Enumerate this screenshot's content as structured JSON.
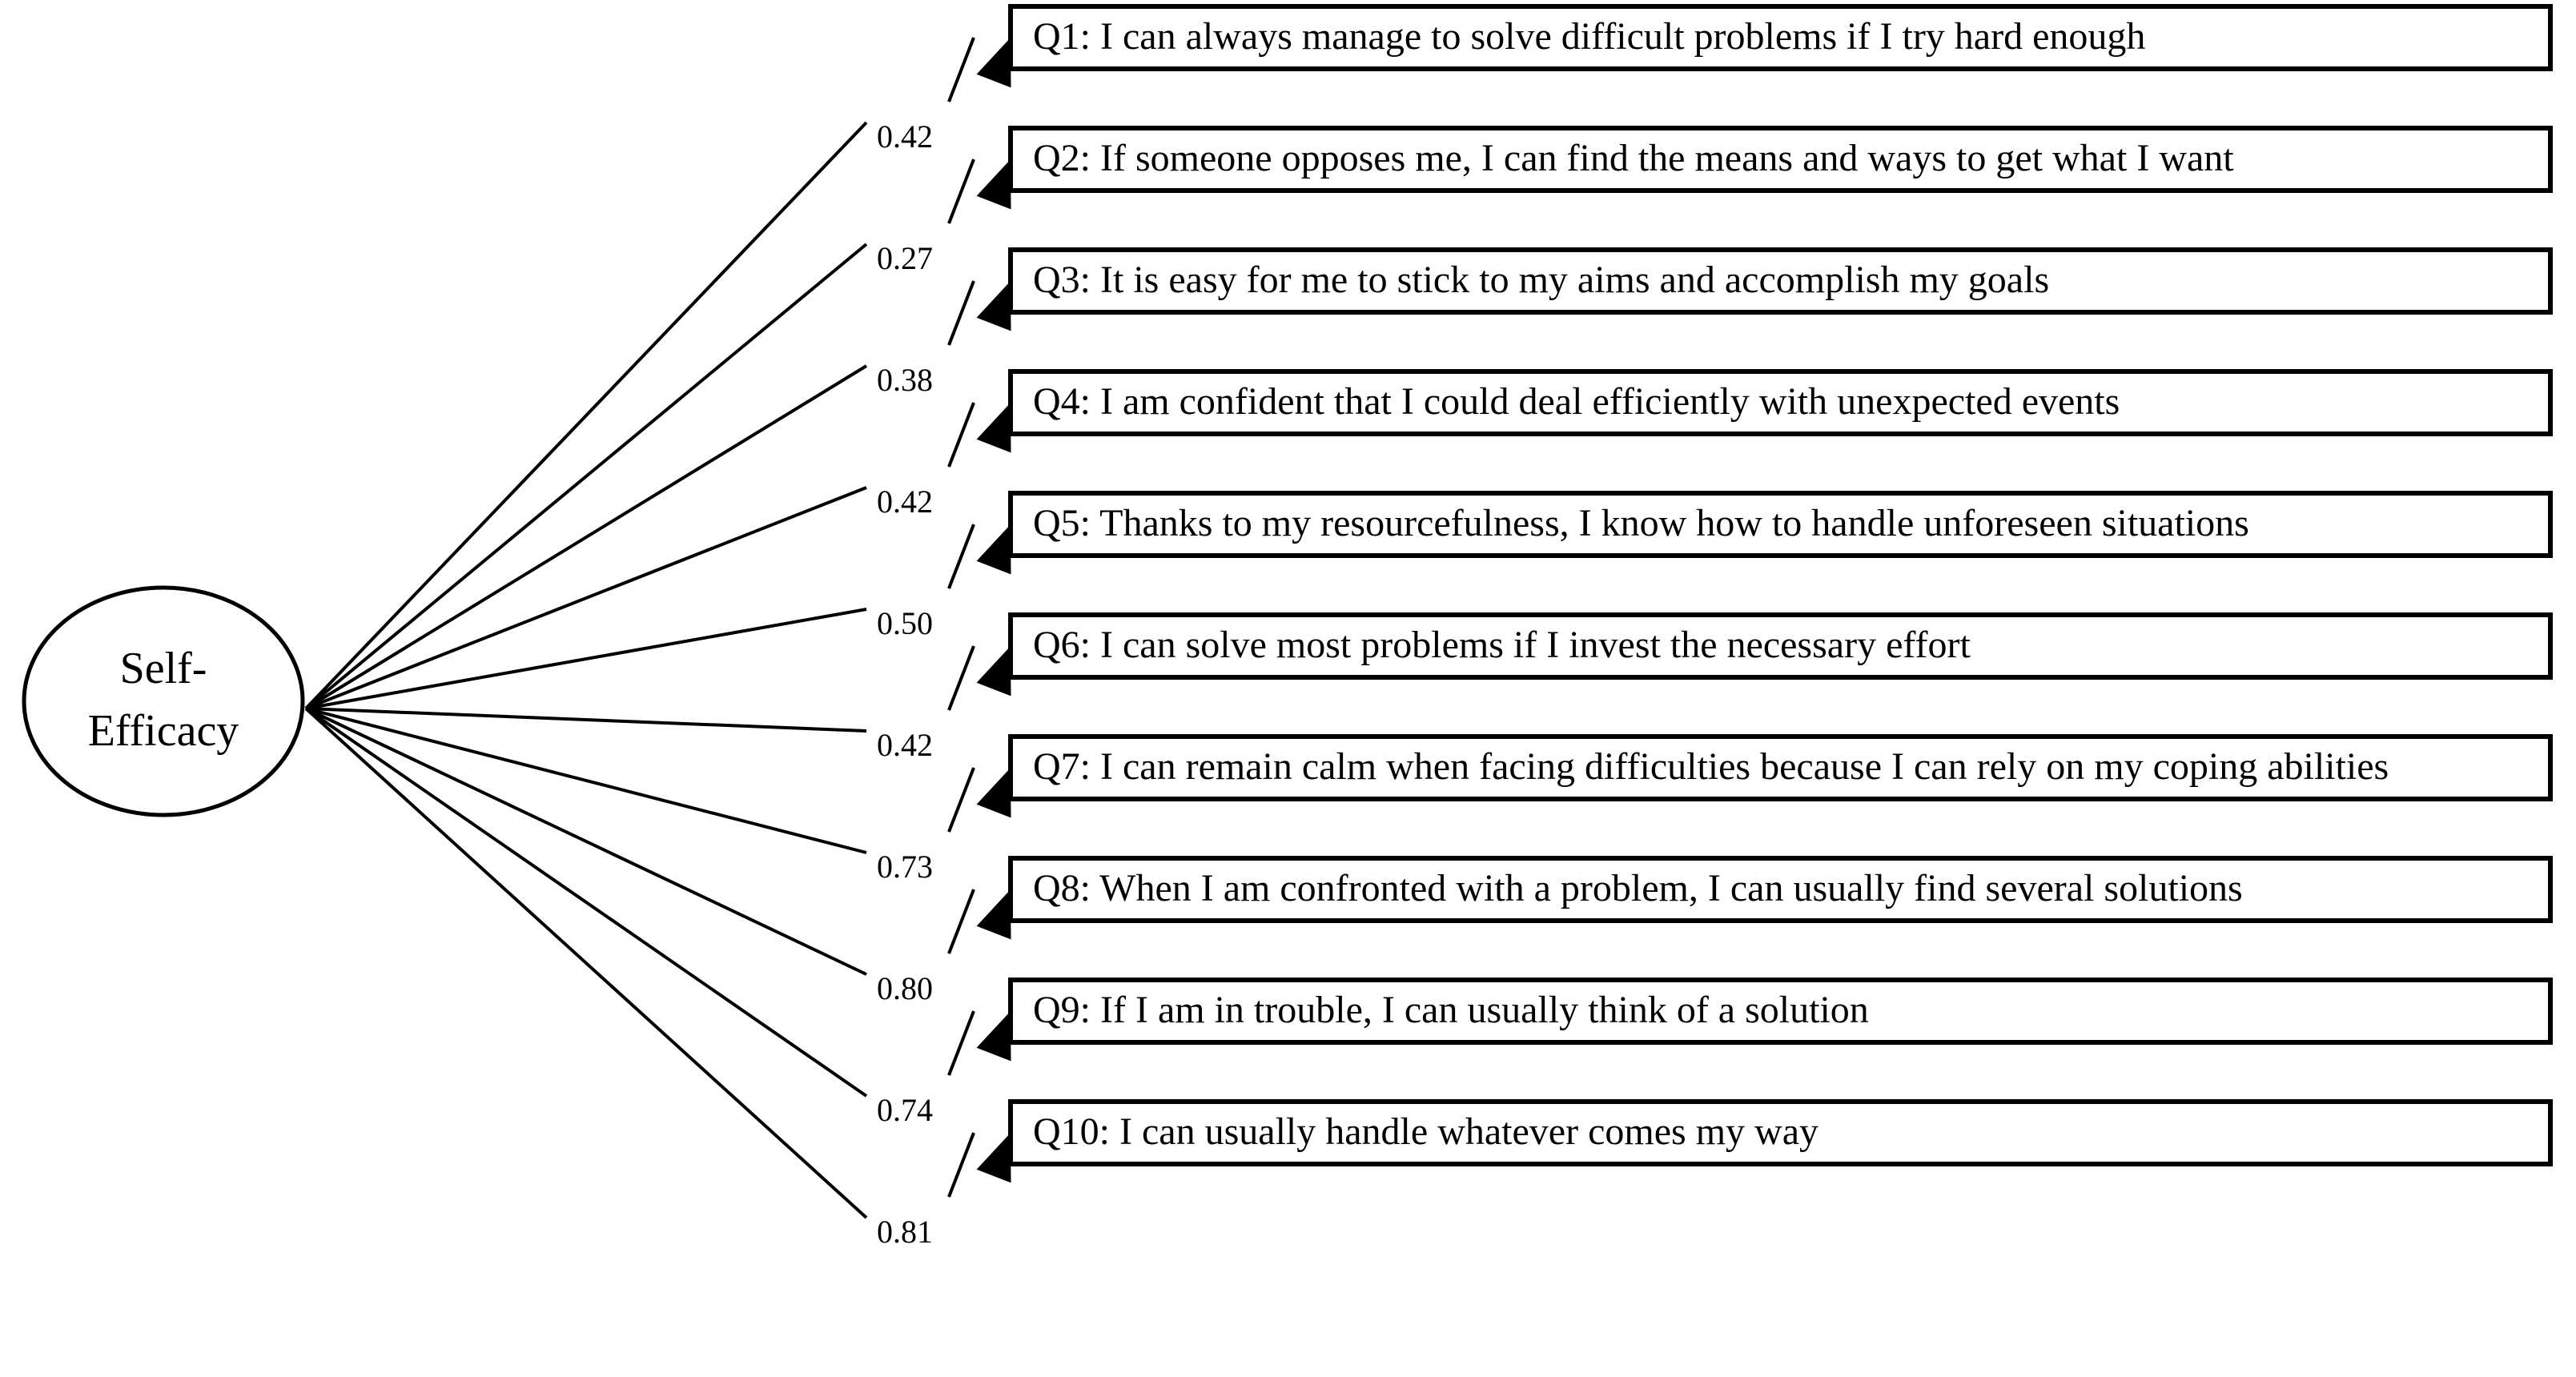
{
  "chart_data": {
    "type": "diagram",
    "diagram_type": "cfa-path-diagram",
    "title": "",
    "latent_variable": {
      "name": "Self-Efficacy",
      "label_line1": "Self-",
      "label_line2": "Efficacy",
      "shape": "ellipse"
    },
    "categories": [
      "Q1",
      "Q2",
      "Q3",
      "Q4",
      "Q5",
      "Q6",
      "Q7",
      "Q8",
      "Q9",
      "Q10"
    ],
    "values": [
      0.42,
      0.27,
      0.38,
      0.42,
      0.5,
      0.42,
      0.73,
      0.8,
      0.74,
      0.81
    ],
    "indicators": [
      {
        "id": "Q1",
        "coefficient": "0.42",
        "text": "Q1: I can always manage to solve difficult problems if I try hard enough"
      },
      {
        "id": "Q2",
        "coefficient": "0.27",
        "text": "Q2: If someone opposes me, I can find the means and ways to get what I want"
      },
      {
        "id": "Q3",
        "coefficient": "0.38",
        "text": "Q3: It is easy for me to stick to my aims and accomplish my goals"
      },
      {
        "id": "Q4",
        "coefficient": "0.42",
        "text": "Q4: I am confident that I could deal efficiently with unexpected events"
      },
      {
        "id": "Q5",
        "coefficient": "0.50",
        "text": "Q5: Thanks to my resourcefulness, I know how to handle unforeseen situations"
      },
      {
        "id": "Q6",
        "coefficient": "0.42",
        "text": "Q6: I can solve most problems if I invest the necessary effort"
      },
      {
        "id": "Q7",
        "coefficient": "0.73",
        "text": "Q7: I can remain calm when facing difficulties because I can rely on my coping abilities"
      },
      {
        "id": "Q8",
        "coefficient": "0.80",
        "text": "Q8: When I am confronted with a problem, I can usually find several solutions"
      },
      {
        "id": "Q9",
        "coefficient": "0.74",
        "text": "Q9: If I am in trouble, I can usually think of a solution"
      },
      {
        "id": "Q10",
        "coefficient": "0.81",
        "text": "Q10: I can usually handle whatever comes my way"
      }
    ],
    "colors": {
      "stroke": "#000000",
      "fill": "#ffffff",
      "background": "#ffffff"
    },
    "legend": [],
    "annotations": []
  }
}
